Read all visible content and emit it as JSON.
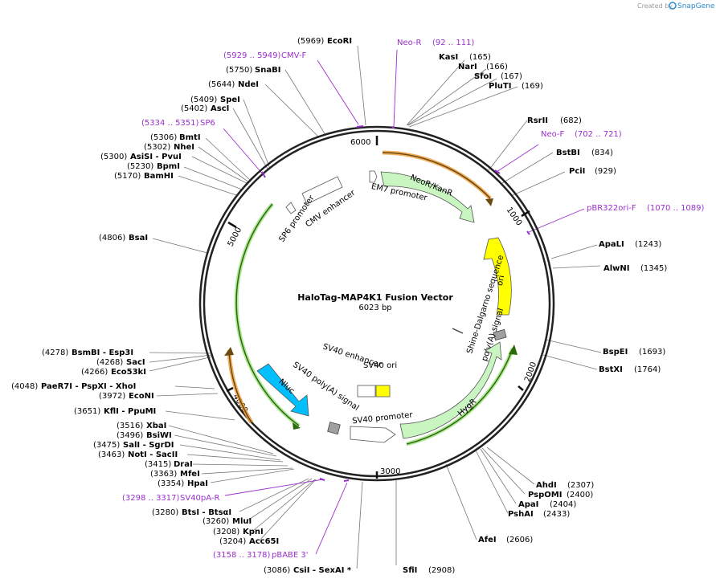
{
  "credit": {
    "prefix": "Created by",
    "brand": "SnapGene"
  },
  "map": {
    "title": "HaloTag-MAP4K1 Fusion Vector",
    "length_label": "6023 bp"
  },
  "ticks": [
    "1000",
    "2000",
    "3000",
    "4000",
    "5000",
    "6000"
  ],
  "features": {
    "em7": "EM7 promoter",
    "neo": "NeoR/KanR",
    "ori": "ori",
    "polya1": "poly(A) signal",
    "hygr": "HygR",
    "sv40p": "SV40 promoter",
    "sv40pa": "SV40 poly(A) signal",
    "nluc": "Nluc",
    "sv40e": "SV40 enhancer",
    "sv40ori": "SV40 ori",
    "shine": "Shine-Dalgarno sequence",
    "sp6p": "SP6 promoter",
    "cmv": "CMV enhancer"
  },
  "sites": [
    {
      "pos": "(5969)",
      "name": "EcoRI"
    },
    {
      "pos": "(165)",
      "name": "KasI"
    },
    {
      "pos": "(166)",
      "name": "NarI"
    },
    {
      "pos": "(167)",
      "name": "SfoI"
    },
    {
      "pos": "(169)",
      "name": "PluTI"
    },
    {
      "pos": "(5750)",
      "name": "SnaBI"
    },
    {
      "pos": "(5644)",
      "name": "NdeI"
    },
    {
      "pos": "(5409)",
      "name": "SpeI"
    },
    {
      "pos": "(5402)",
      "name": "AscI"
    },
    {
      "pos": "(682)",
      "name": "RsrII"
    },
    {
      "pos": "(5306)",
      "name": "BmtI"
    },
    {
      "pos": "(5302)",
      "name": "NheI"
    },
    {
      "pos": "(5300)",
      "name": "AsiSI  - PvuI"
    },
    {
      "pos": "(834)",
      "name": "BstBI"
    },
    {
      "pos": "(5230)",
      "name": "BpmI"
    },
    {
      "pos": "(929)",
      "name": "PciI"
    },
    {
      "pos": "(5170)",
      "name": "BamHI"
    },
    {
      "pos": "(4806)",
      "name": "BsaI"
    },
    {
      "pos": "(1243)",
      "name": "ApaLI"
    },
    {
      "pos": "(1345)",
      "name": "AlwNI"
    },
    {
      "pos": "(1693)",
      "name": "BspEI"
    },
    {
      "pos": "(4278)",
      "name": "BsmBI  - Esp3I"
    },
    {
      "pos": "(4268)",
      "name": "SacI"
    },
    {
      "pos": "(1764)",
      "name": "BstXI"
    },
    {
      "pos": "(4266)",
      "name": "Eco53kI"
    },
    {
      "pos": "(4048)",
      "name": "PaeR7I  - PspXI  - XhoI"
    },
    {
      "pos": "(3972)",
      "name": "EcoNI"
    },
    {
      "pos": "(3651)",
      "name": "KflI  - PpuMI"
    },
    {
      "pos": "(3516)",
      "name": "XbaI"
    },
    {
      "pos": "(3496)",
      "name": "BsiWI"
    },
    {
      "pos": "(3475)",
      "name": "SalI  - SgrDI"
    },
    {
      "pos": "(3463)",
      "name": "NotI  - SacII"
    },
    {
      "pos": "(3415)",
      "name": "DraI"
    },
    {
      "pos": "(3363)",
      "name": "MfeI"
    },
    {
      "pos": "(3354)",
      "name": "HpaI"
    },
    {
      "pos": "(2307)",
      "name": "AhdI"
    },
    {
      "pos": "(2400)",
      "name": "PspOMI"
    },
    {
      "pos": "(2404)",
      "name": "ApaI"
    },
    {
      "pos": "(2433)",
      "name": "PshAI"
    },
    {
      "pos": "(3280)",
      "name": "BtsI  - BtsαI"
    },
    {
      "pos": "(3260)",
      "name": "MluI"
    },
    {
      "pos": "(3208)",
      "name": "KpnI"
    },
    {
      "pos": "(3204)",
      "name": "Acc65I"
    },
    {
      "pos": "(2606)",
      "name": "AfeI"
    },
    {
      "pos": "(3086)",
      "name": "CsiI  - SexAI *"
    },
    {
      "pos": "(2908)",
      "name": "SfiI"
    }
  ],
  "primers": [
    {
      "name": "Neo-R",
      "range": "(92 .. 111)"
    },
    {
      "range": "(5929 .. 5949)",
      "name": "CMV-F"
    },
    {
      "range": "(5334 .. 5351)",
      "name": "SP6"
    },
    {
      "name": "Neo-F",
      "range": "(702 .. 721)"
    },
    {
      "name": "pBR322ori-F",
      "range": "(1070 .. 1089)"
    },
    {
      "range": "(3298 .. 3317)",
      "name": "SV40pA-R"
    },
    {
      "range": "(3158 .. 3178)",
      "name": "pBABE 3'"
    }
  ],
  "colors": {
    "primer": "#9b2fce",
    "neo": "#c8f5c0",
    "hygr": "#c8f5c0",
    "ori": "#ffff00",
    "nluc": "#00bfff",
    "orange": "#f0a040",
    "green": "#3a8a1a"
  }
}
